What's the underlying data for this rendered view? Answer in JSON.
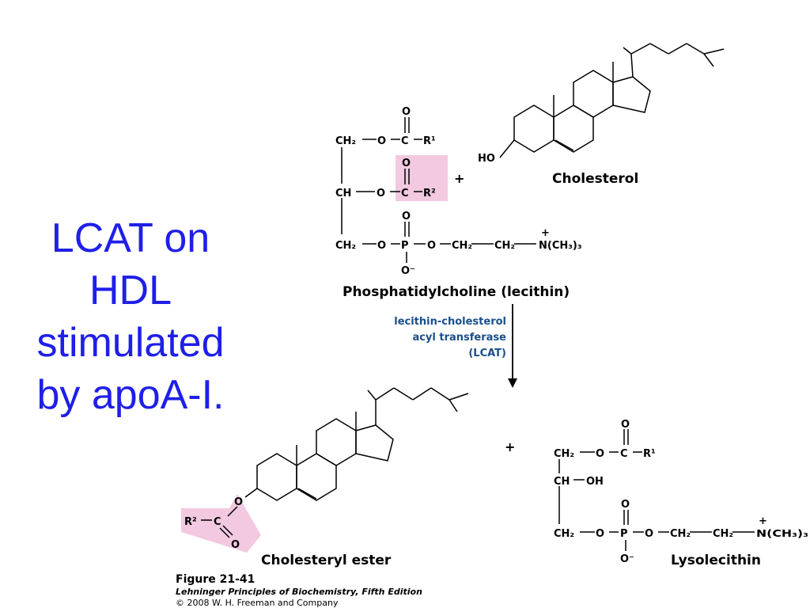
{
  "slide": {
    "title_lines": [
      "LCAT on",
      "HDL",
      "stimulated",
      "by apoA-I."
    ],
    "title_color": "#1f1fe8"
  },
  "diagram": {
    "reactant_lipid": {
      "name": "Phosphatidylcholine (lecithin)",
      "row1": {
        "ch": "CH₂",
        "o": "O",
        "c": "C",
        "r": "R¹",
        "carbonyl_o": "O"
      },
      "row2": {
        "ch": "CH",
        "o": "O",
        "c": "C",
        "r": "R²",
        "carbonyl_o": "O"
      },
      "row3": {
        "ch": "CH₂",
        "o": "O",
        "p": "P",
        "o2": "O",
        "ch2a": "CH₂",
        "ch2b": "CH₂",
        "n": "N(CH₃)₃",
        "plus": "+",
        "phos_o_top": "O",
        "phos_o_bottom": "O⁻"
      }
    },
    "plus_1": "+",
    "cholesterol": {
      "name": "Cholesterol",
      "ho": "HO"
    },
    "enzyme": {
      "lines": [
        "lecithin-cholesterol",
        "acyl transferase",
        "(LCAT)"
      ],
      "color": "#1a4f8a"
    },
    "product_ester": {
      "name": "Cholesteryl ester",
      "r2": "R²",
      "c": "C",
      "o_link": "O",
      "o_carbonyl": "O"
    },
    "plus_2": "+",
    "product_lyso": {
      "name": "Lysolecithin",
      "row1": {
        "ch": "CH₂",
        "o": "O",
        "c": "C",
        "r": "R¹",
        "carbonyl_o": "O"
      },
      "row2": {
        "ch": "CH",
        "oh": "OH"
      },
      "row3": {
        "ch": "CH₂",
        "o": "O",
        "p": "P",
        "o2": "O",
        "ch2a": "CH₂",
        "ch2b": "CH₂",
        "n": "N(CH₃)₃",
        "plus": "+",
        "phos_o_top": "O",
        "phos_o_bottom": "O⁻"
      }
    },
    "highlight_color": "#f2c9e0"
  },
  "caption": {
    "figure": "Figure 21-41",
    "book": "Lehninger Principles of Biochemistry, Fifth Edition",
    "copyright": "© 2008 W. H. Freeman and Company"
  }
}
